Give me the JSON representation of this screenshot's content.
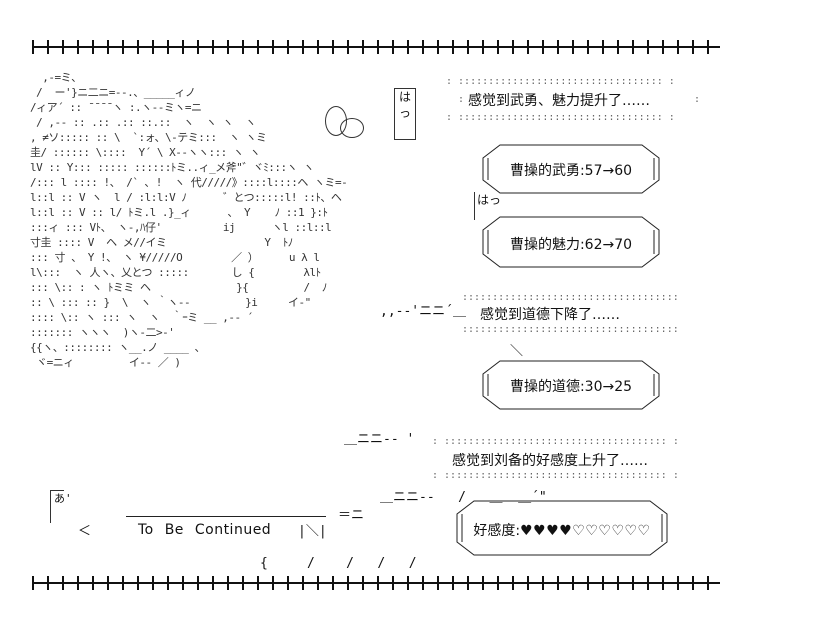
{
  "messages": {
    "valor_up": "感觉到武勇、魅力提升了……",
    "morality_down": "感觉到道德下降了……",
    "favor_up": "感觉到刘备的好感度上升了……"
  },
  "stats": {
    "valor": "曹操的武勇:57→60",
    "charm": "曹操的魅力:62→70",
    "morality": "曹操的道德:30→25",
    "favor_label": "好感度:",
    "favor_hearts": "♥♥♥♥♡♡♡♡♡♡"
  },
  "bubble_ha_1": "はっ",
  "bubble_ha_2": "はっ",
  "small_a": "あ'",
  "ending": "To Be Continued",
  "ending_mark": "|＼|",
  "art": "  ,-=ミ、\n /  ー'}ニ二ニ=--.、_____ィノ\n/ィア´ :: ̄ ̄ ̄ ̄ ヽ :.ヽ--ミヽ=ニ\n / ,-- :: .:: .:: ::.::  ヽ  ヽ ヽ  ヽ\n, ≠ソ::::: :: \\  `:ォ、\\-テミ:::  ヽ ヽミ\n圭/ :::::: \\::::  Y´ \\ X--ヽヽ::: ヽ ヽ\nlV :: Y::: ::::: ::::::ﾄミ..ィ_メ斧\"゛ヾﾐ:::ヽ ヽ\n/::: l :::: !、 /` ､ !  ヽ 代/////》::::l::::ヘ ヽミ=-\nl::l :: V ヽ  l / :l:l:V ﾉ      ゛とつ:::::l! ::ﾄ、ヘ\nl::l :: V :: l/ ﾄミ.l .}_ィ      、 Y    ﾉ ::1 }:ﾄ\n:::ィ ::: Vﾄ、 ヽ-,ﾊ仔'          ij      ヽl ::l::l\n寸圭 :::: V  ヘ メ//イミ                Y  ﾄﾉ\n::: 寸 、 Y !、 ヽ ¥/////O        ／ ）     u λ l\nl\\:::  ヽ 人ヽ、乂とつ :::::       し {        λlﾄ\n::: \\:: : ヽ ﾄミミ ヘ              }{         /  ﾉ\n:: \\ ::: :: }  \\  ヽ ｀ヽ--         }i     イ-\"\n:::: \\:: ヽ ::: ヽ  ヽ  ｀ｰミ __ ,-- ´\n::::::: ヽヽヽ  )ヽ-二>-'\n{{ヽ、:::::::: ヽ__.ノ ____ 、\n ヾ=ニィ         イ-- ／ )"
}
